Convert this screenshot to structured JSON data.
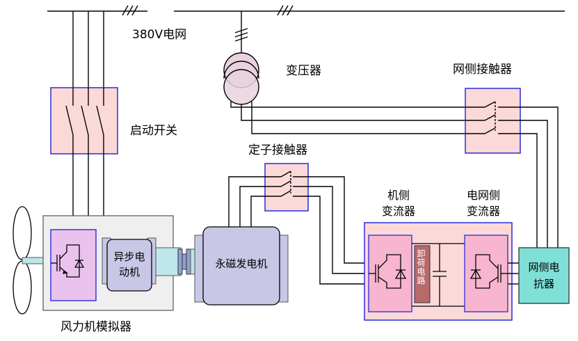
{
  "labels": {
    "grid": "380V电网",
    "transformer": "变压器",
    "grid_contactor": "网侧接触器",
    "start_switch": "启动开关",
    "stator_contactor": "定子接触器",
    "machine_converter_line1": "机侧",
    "machine_converter_line2": "变流器",
    "grid_converter_line1": "电网侧",
    "grid_converter_line2": "变流器",
    "async_motor_line1": "异步电",
    "async_motor_line2": "动机",
    "pm_generator": "永磁发电机",
    "dump_circuit": "卸荷电路",
    "grid_reactor_line1": "网侧电",
    "grid_reactor_line2": "抗器",
    "wind_simulator": "风力机模拟器"
  },
  "colors": {
    "line": "#000000",
    "box_border": "#2b2bd6",
    "pink_fill": "#fcd9d9",
    "transformer_fill": "#e8d2de",
    "simulator_fill": "#efefef",
    "motor_fill": "#c8c8e6",
    "generator_fill": "#c8c8e6",
    "converter_inner_fill": "#f7b5cf",
    "dump_fill": "#b86a6a",
    "reactor_fill": "#7fe0d8",
    "inverter_fill": "#e9c2ee",
    "coupling_fill": "#bfe6ea"
  }
}
